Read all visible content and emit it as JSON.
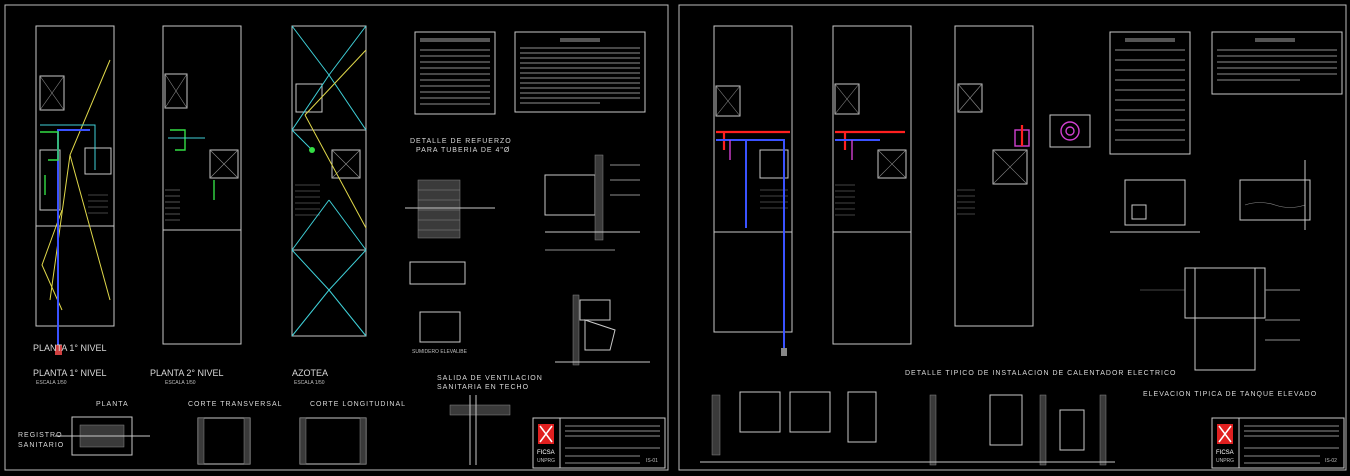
{
  "sheet_left": {
    "plans": [
      {
        "title": "PLANTA 1° NIVEL",
        "scale": "ESCALA 1/50"
      },
      {
        "title": "PLANTA 2° NIVEL",
        "scale": "ESCALA 1/50"
      },
      {
        "title": "AZOTEA",
        "scale": "ESCALA 1/50"
      }
    ],
    "details": {
      "reinforcement_title": "DETALLE DE REFUERZO",
      "reinforcement_subtitle": "PARA TUBERIA DE 4\"Ø",
      "wall_detail_title": "SUMIDERO ELEVALIBE",
      "ventilation_title": "SALIDA DE VENTILACION",
      "ventilation_subtitle": "SANITARIA EN TECHO"
    },
    "registro": {
      "label_line1": "REGISTRO",
      "label_line2": "SANITARIO",
      "plan_label": "PLANTA",
      "cross_label": "CORTE TRANSVERSAL",
      "long_label": "CORTE LONGITUDINAL"
    },
    "title_block": {
      "firm": "FICSA",
      "firm_sub": "UNPRG",
      "sheet": "IS-01"
    }
  },
  "sheet_right": {
    "details": {
      "heater_title": "DETALLE TIPICO DE INSTALACION DE CALENTADOR ELECTRICO",
      "tank_title": "ELEVACION TIPICA DE TANQUE ELEVADO"
    },
    "title_block": {
      "firm": "FICSA",
      "firm_sub": "UNPRG",
      "sheet": "IS-02"
    }
  },
  "colors": {
    "background": "#000000",
    "frame": "#bdbdbd",
    "water_cold": "#3a52ff",
    "water_hot": "#ff2020",
    "drain": "#e0d84a",
    "vent": "#33dd44",
    "logo": "#e02020"
  }
}
